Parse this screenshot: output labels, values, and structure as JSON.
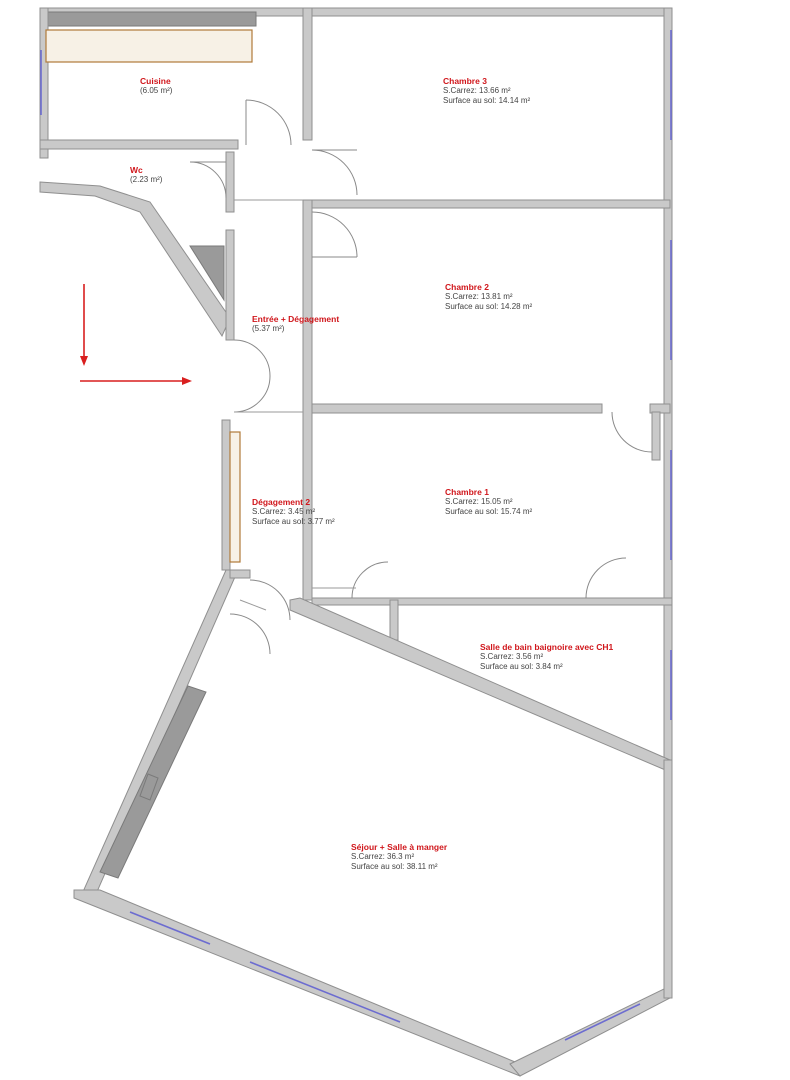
{
  "rooms": {
    "cuisine": {
      "name": "Cuisine",
      "area": "(6.05 m²)"
    },
    "wc": {
      "name": "Wc",
      "area": "(2.23 m²)"
    },
    "entree": {
      "name": "Entrée + Dégagement",
      "area": "(5.37 m²)"
    },
    "chambre3": {
      "name": "Chambre 3",
      "carrez": "S.Carrez: 13.66 m²",
      "sol": "Surface au sol: 14.14 m²"
    },
    "chambre2": {
      "name": "Chambre 2",
      "carrez": "S.Carrez: 13.81 m²",
      "sol": "Surface au sol: 14.28 m²"
    },
    "chambre1": {
      "name": "Chambre 1",
      "carrez": "S.Carrez: 15.05 m²",
      "sol": "Surface au sol: 15.74 m²"
    },
    "degagement2": {
      "name": "Dégagement 2",
      "carrez": "S.Carrez: 3.45 m²",
      "sol": "Surface au sol: 3.77 m²"
    },
    "sdb": {
      "name": "Salle de bain baignoire avec CH1",
      "carrez": "S.Carrez: 3.56 m²",
      "sol": "Surface au sol: 3.84 m²"
    },
    "sejour": {
      "name": "Séjour + Salle à manger",
      "carrez": "S.Carrez: 36.3 m²",
      "sol": "Surface au sol: 38.11 m²"
    }
  },
  "colors": {
    "label_red": "#d0161b",
    "wall": "#c9c9c9",
    "window": "#6c6cd0",
    "entry_arrow": "#d91f1f"
  },
  "icons": [
    "entry-arrow-icon"
  ]
}
